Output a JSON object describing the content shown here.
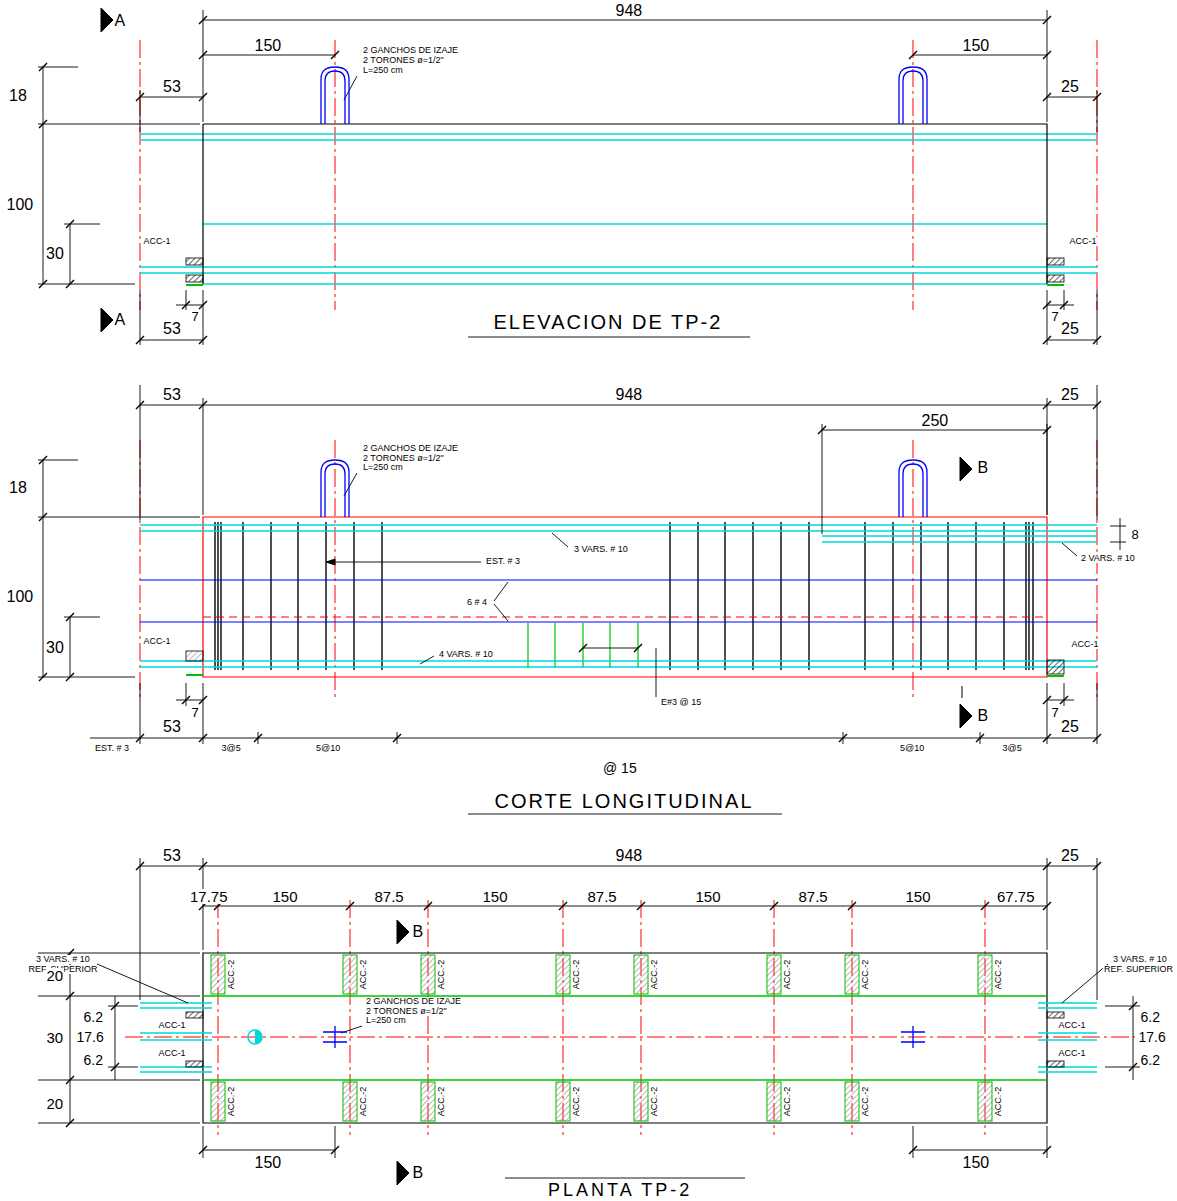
{
  "diagram": {
    "labels": [
      "A",
      "948",
      "150",
      "2 GANCHOS DE IZAJE",
      "2 TORONES ø=1/2\"",
      "L=250 cm",
      "150",
      "53",
      "25",
      "18",
      "100",
      "30",
      "ACC-1",
      "ACC-1",
      "A",
      "7",
      "7",
      "ELEVACION DE TP-2",
      "53",
      "25",
      "53",
      "948",
      "25",
      "250",
      "2 GANCHOS DE IZAJE",
      "2 TORONES ø=1/2\"",
      "L=250 cm",
      "B",
      "18",
      "8",
      "3 VARS. # 10",
      "EST. # 3",
      "2 VARS. # 10",
      "100",
      "6 # 4",
      "30",
      "ACC-1",
      "ACC-1",
      "4 VARS. # 10",
      "E#3 @ 15",
      "7",
      "7",
      "B",
      "53",
      "25",
      "EST. # 3",
      "3@5",
      "5@10",
      "5@10",
      "3@5",
      "@ 15",
      "CORTE LONGITUDINAL",
      "53",
      "948",
      "25",
      "17.75",
      "150",
      "87.5",
      "150",
      "87.5",
      "150",
      "87.5",
      "150",
      "67.75",
      "B",
      "3 VARS. # 10",
      "REF. SUPERIOR",
      "3 VARS. # 10",
      "REF. SUPERIOR",
      "ACC.-2",
      "ACC.-2",
      "ACC.-2",
      "ACC.-2",
      "ACC.-2",
      "ACC.-2",
      "ACC.-2",
      "ACC.-2",
      "20",
      "2 GANCHOS DE IZAJE",
      "2 TORONES ø=1/2\"",
      "L=250 cm",
      "6.2",
      "6.2",
      "ACC-1",
      "ACC-1",
      "30",
      "17.6",
      "17.6",
      "ACC-1",
      "ACC-1",
      "6.2",
      "6.2",
      "ACC.-2",
      "ACC.-2",
      "ACC.-2",
      "ACC.-2",
      "ACC.-2",
      "ACC.-2",
      "ACC.-2",
      "ACC.-2",
      "20",
      "150",
      "150",
      "B",
      "PLANTA TP-2"
    ]
  }
}
